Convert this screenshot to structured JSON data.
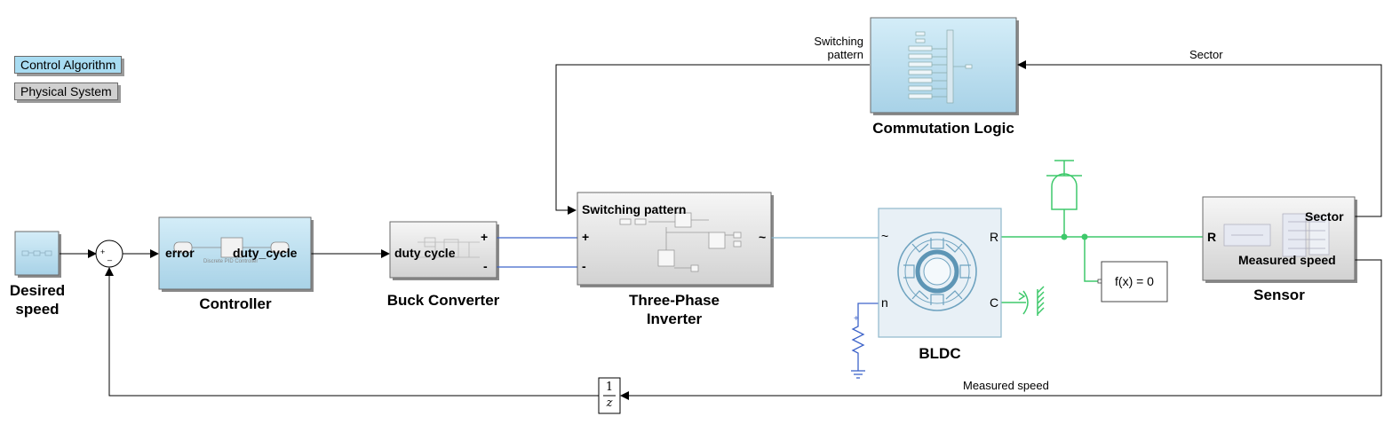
{
  "legend": {
    "control_algorithm": "Control Algorithm",
    "physical_system": "Physical System"
  },
  "blocks": {
    "desired_speed": "Desired speed",
    "controller": "Controller",
    "buck_converter": "Buck Converter",
    "inverter": "Three-Phase Inverter",
    "commutation_logic": "Commutation Logic",
    "bldc": "BLDC",
    "sensor": "Sensor",
    "solver": "f(x) = 0"
  },
  "ports": {
    "controller_in": "error",
    "controller_out": "duty_cycle",
    "controller_inner": "Discrete PID Controller",
    "buck_in": "duty cycle",
    "buck_plus": "+",
    "buck_minus": "-",
    "inverter_switching": "Switching pattern",
    "inverter_plus": "+",
    "inverter_minus": "-",
    "inverter_ac": "~",
    "bldc_ac": "~",
    "bldc_n": "n",
    "bldc_r": "R",
    "bldc_c": "C",
    "sensor_r": "R",
    "sensor_sector": "Sector",
    "sensor_speed": "Measured speed",
    "sum_plus": "+",
    "sum_minus": "_"
  },
  "signals": {
    "switching_pattern": "Switching pattern",
    "sector": "Sector",
    "measured_speed": "Measured speed"
  },
  "delay": {
    "numerator": "1",
    "denominator": "z"
  },
  "colors": {
    "control_fill_top": "#cdeaf7",
    "control_fill_bottom": "#a9d3e8",
    "physical_fill_top": "#f4f4f4",
    "physical_fill_bottom": "#d4d4d4",
    "electrical_line": "#3d63c9",
    "mechanical_line": "#3ec96b",
    "motor_line": "#7fb2cc"
  }
}
